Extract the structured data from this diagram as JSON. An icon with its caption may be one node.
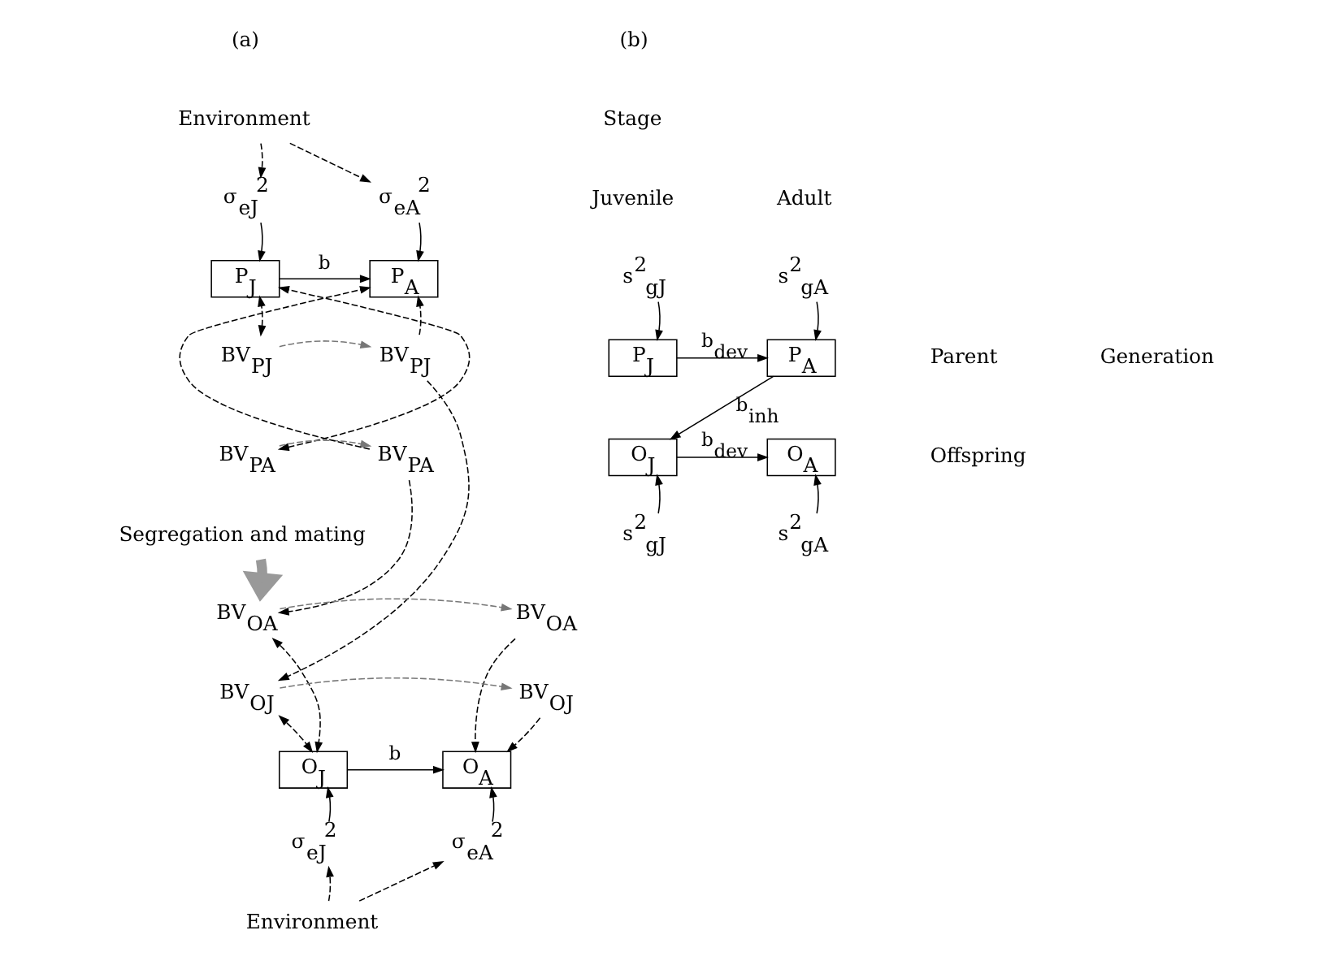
{
  "diagram": {
    "nodes": [
      {
        "text": [
          "Environment"
        ]
      },
      {
        "text": [
          "σ$_{eJ}$$^{2}$"
        ]
      },
      {
        "text": [
          "σ$_{eA}$$^{2}$"
        ]
      },
      {
        "text": [
          "P$_{J}$"
        ]
      },
      {
        "text": [
          "P$_{A}$"
        ]
      },
      {
        "text": [
          "BV$_{PJ}$"
        ]
      },
      {
        "text": [
          "BV$_{PJ}$"
        ]
      },
      {
        "text": [
          "BV$_{PA}$"
        ]
      },
      {
        "text": [
          "BV$_{PA}$"
        ]
      },
      {
        "text": [
          "Segregation and mating"
        ]
      },
      {
        "text": [
          "BV$_{OA}$"
        ]
      },
      {
        "text": [
          "BV$_{OA}$"
        ]
      },
      {
        "text": [
          "BV$_{OJ}$"
        ]
      },
      {
        "text": [
          "BV$_{OJ}$"
        ]
      },
      {
        "text": [
          "O$_{J}$"
        ]
      },
      {
        "text": [
          "O$_{A}$"
        ]
      },
      {
        "text": [
          "σ$_{eJ}$$^{2}$"
        ]
      },
      {
        "text": [
          "σ$_{eA}$$^{2}$"
        ]
      },
      {
        "text": [
          "Environment"
        ]
      },
      {
        "text": [
          "s$^{2}$$_{gJ}$"
        ]
      },
      {
        "text": [
          "s$^{2}$$_{gA}$"
        ]
      },
      {
        "text": [
          "P$_{J}$"
        ]
      },
      {
        "text": [
          "P$_{A}$"
        ]
      },
      {
        "text": [
          "O$_{J}$"
        ]
      },
      {
        "text": [
          "O$_{A}$"
        ]
      },
      {
        "text": [
          "s$^{2}$$_{gJ}$"
        ]
      },
      {
        "text": [
          "s$^{2}$$_{gA}$"
        ]
      }
    ],
    "edges": [
      {
        "from": 0,
        "to": 1,
        "arrow": "to",
        "style": "dashed"
      },
      {
        "from": 0,
        "to": 2,
        "arrow": "to",
        "style": "dashed"
      },
      {
        "from": 1,
        "to": 3,
        "arrow": "to"
      },
      {
        "from": 2,
        "to": 4,
        "arrow": "to"
      },
      {
        "from": 3,
        "to": 4,
        "arrow": "to",
        "label": "b"
      },
      {
        "from": 5,
        "to": 3,
        "arrow": "both",
        "style": "dashed"
      },
      {
        "from": 7,
        "to": 3,
        "arrow": "both",
        "style": "dashed"
      },
      {
        "from": 5,
        "to": 6,
        "arrow": "to",
        "style": "dashed",
        "color": "#777777"
      },
      {
        "from": 7,
        "to": 8,
        "arrow": "to",
        "style": "dashed",
        "color": "#777777"
      },
      {
        "from": 6,
        "to": 4,
        "arrow": "to",
        "style": "dashed"
      },
      {
        "from": 8,
        "to": 4,
        "arrow": "to",
        "style": "dashed"
      },
      {
        "from": 8,
        "to": 10,
        "arrow": "to",
        "style": "dashed"
      },
      {
        "from": 6,
        "to": 12,
        "arrow": "to",
        "style": "dashed"
      },
      {
        "from": 9,
        "to": 10,
        "arrow": "to",
        "style": "thick",
        "color": "#999999"
      },
      {
        "from": 10,
        "to": 11,
        "arrow": "to",
        "style": "dashed",
        "color": "#777777"
      },
      {
        "from": 12,
        "to": 13,
        "arrow": "to",
        "style": "dashed",
        "color": "#777777"
      },
      {
        "from": 10,
        "to": 14,
        "arrow": "both",
        "style": "dashed"
      },
      {
        "from": 12,
        "to": 14,
        "arrow": "both",
        "style": "dashed"
      },
      {
        "from": 11,
        "to": 15,
        "arrow": "to",
        "style": "dashed"
      },
      {
        "from": 13,
        "to": 15,
        "arrow": "to",
        "style": "dashed"
      },
      {
        "from": 14,
        "to": 15,
        "arrow": "to",
        "label": "b"
      },
      {
        "from": 16,
        "to": 14,
        "arrow": "to"
      },
      {
        "from": 17,
        "to": 15,
        "arrow": "to"
      },
      {
        "from": 18,
        "to": 16,
        "arrow": "to",
        "style": "dashed"
      },
      {
        "from": 18,
        "to": 17,
        "arrow": "to",
        "style": "dashed"
      },
      {
        "from": 19,
        "to": 21,
        "arrow": "to"
      },
      {
        "from": 20,
        "to": 22,
        "arrow": "to"
      },
      {
        "from": 21,
        "to": 22,
        "arrow": "to",
        "label": "b$_{dev}$"
      },
      {
        "from": 22,
        "to": 23,
        "arrow": "to",
        "label": "b$_{inh}$"
      },
      {
        "from": 23,
        "to": 24,
        "arrow": "to",
        "label": "b$_{dev}$"
      },
      {
        "from": 25,
        "to": 23,
        "arrow": "to"
      },
      {
        "from": 26,
        "to": 24,
        "arrow": "to"
      }
    ],
    "labels": [
      "(a)",
      "(b)",
      "Stage",
      "Juvenile",
      "Adult",
      "Parent",
      "Generation",
      "Offspring"
    ]
  }
}
